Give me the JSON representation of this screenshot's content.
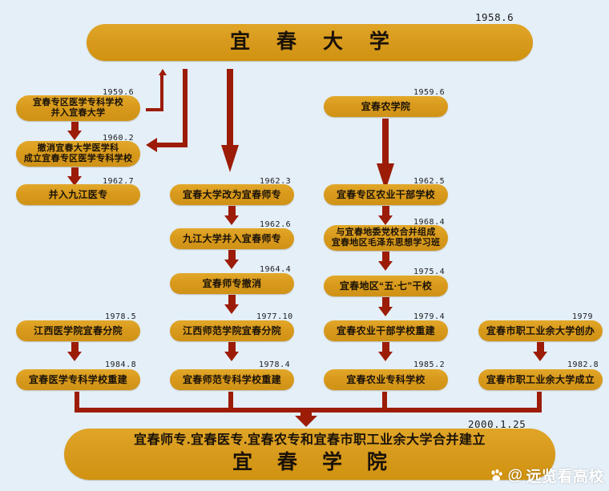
{
  "colors": {
    "background": "#e4eff8",
    "box_fill": "#d99a1c",
    "connector": "#9c1c08",
    "text": "#1a1208"
  },
  "header": {
    "title": "宜 春 大 学",
    "year": "1958.6"
  },
  "columns": [
    {
      "id": "medical",
      "boxes": [
        {
          "year": "1959.6",
          "lines": [
            "宜春专区医学专科学校",
            "并入宜春大学"
          ]
        },
        {
          "year": "1960.2",
          "lines": [
            "撤消宜春大学医学科",
            "成立宜春专区医学专科学校"
          ]
        },
        {
          "year": "1962.7",
          "lines": [
            "并入九江医专"
          ]
        },
        {
          "year": "1978.5",
          "lines": [
            "江西医学院宜春分院"
          ]
        },
        {
          "year": "1984.8",
          "lines": [
            "宜春医学专科学校重建"
          ]
        }
      ]
    },
    {
      "id": "normal",
      "boxes": [
        {
          "year": "1962.3",
          "lines": [
            "宜春大学改为宜春师专"
          ]
        },
        {
          "year": "1962.6",
          "lines": [
            "九江大学并入宜春师专"
          ]
        },
        {
          "year": "1964.4",
          "lines": [
            "宜春师专撤消"
          ]
        },
        {
          "year": "1977.10",
          "lines": [
            "江西师范学院宜春分院"
          ]
        },
        {
          "year": "1978.4",
          "lines": [
            "宜春师范专科学校重建"
          ]
        }
      ]
    },
    {
      "id": "agriculture",
      "boxes": [
        {
          "year": "1959.6",
          "lines": [
            "宜春农学院"
          ]
        },
        {
          "year": "1962.5",
          "lines": [
            "宜春专区农业干部学校"
          ]
        },
        {
          "year": "1968.4",
          "lines": [
            "与宜春地委党校合并组成",
            "宜春地区毛泽东思想学习班"
          ]
        },
        {
          "year": "1975.4",
          "lines": [
            "宜春地区“五·七”干校"
          ]
        },
        {
          "year": "1979.4",
          "lines": [
            "宜春农业干部学校重建"
          ]
        },
        {
          "year": "1985.2",
          "lines": [
            "宜春农业专科学校"
          ]
        }
      ]
    },
    {
      "id": "workers",
      "boxes": [
        {
          "year": "1979",
          "lines": [
            "宜春市职工业余大学创办"
          ]
        },
        {
          "year": "1982.8",
          "lines": [
            "宜春市职工业余大学成立"
          ]
        }
      ]
    }
  ],
  "footer": {
    "year": "2000.1.25",
    "line1": "宜春师专.宜春医专.宜春农专和宜春市职工业余大学合并建立",
    "line2": "宜 春 学 院"
  },
  "watermark": {
    "icon": "paw-icon",
    "at": "@",
    "text": "远览看高校"
  }
}
